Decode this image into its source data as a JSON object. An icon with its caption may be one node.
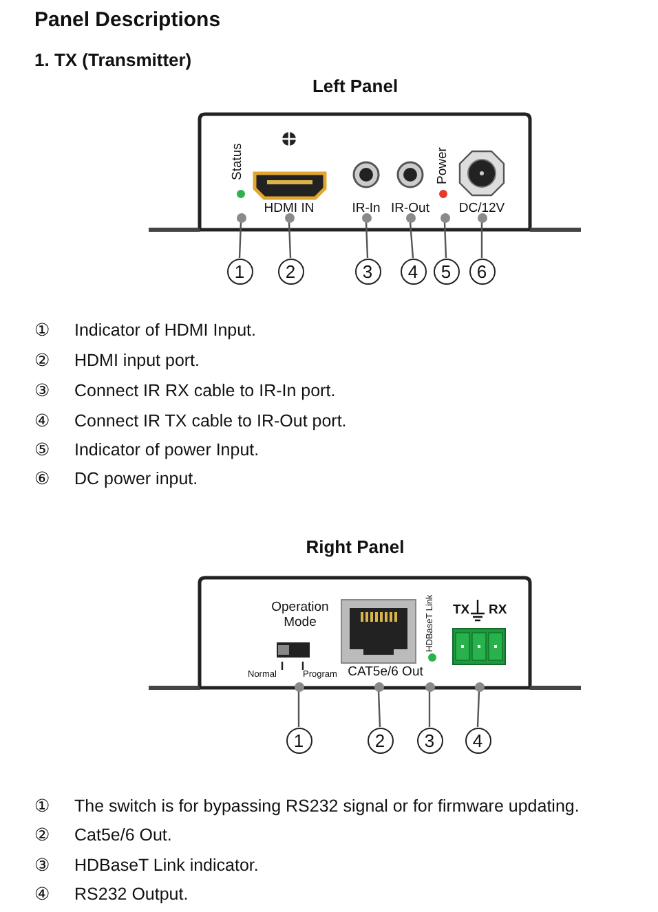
{
  "diagram": {
    "title": "Panel Descriptions",
    "nodes": [
      {
        "text": [
          "1"
        ]
      },
      {
        "text": [
          "2"
        ]
      },
      {
        "text": [
          "3"
        ]
      },
      {
        "text": [
          "4"
        ]
      },
      {
        "text": [
          "5"
        ]
      },
      {
        "text": [
          "6"
        ]
      },
      {
        "text": [],
        "shape": "circle"
      },
      {
        "text": [],
        "shape": "circle"
      },
      {
        "text": [],
        "shape": "circle"
      },
      {
        "text": [],
        "shape": "circle"
      },
      {
        "text": [],
        "shape": "circle"
      },
      {
        "text": [],
        "shape": "circle"
      },
      {
        "text": [
          "1"
        ]
      },
      {
        "text": [
          "2"
        ]
      },
      {
        "text": [
          "3"
        ]
      },
      {
        "text": [
          "4"
        ]
      },
      {
        "text": [],
        "shape": "circle"
      },
      {
        "text": [],
        "shape": "circle"
      },
      {
        "text": [],
        "shape": "circle"
      },
      {
        "text": [],
        "shape": "circle"
      }
    ],
    "edges": [
      {
        "from": 0,
        "to": 6,
        "arrow": "none"
      },
      {
        "from": 1,
        "to": 7,
        "arrow": "none"
      },
      {
        "from": 2,
        "to": 8,
        "arrow": "none"
      },
      {
        "from": 3,
        "to": 9,
        "arrow": "none"
      },
      {
        "from": 4,
        "to": 10,
        "arrow": "none"
      },
      {
        "from": 5,
        "to": 11,
        "arrow": "none"
      },
      {
        "from": 12,
        "to": 16,
        "arrow": "none"
      },
      {
        "from": 13,
        "to": 17,
        "arrow": "none"
      },
      {
        "from": 14,
        "to": 18,
        "arrow": "none"
      },
      {
        "from": 15,
        "to": 19,
        "arrow": "none"
      }
    ],
    "labels": [
      "1. TX (Transmitter)",
      "Left Panel",
      "Status",
      "HDMI IN",
      "IR-In",
      "IR-Out",
      "Power",
      "DC/12V",
      "①",
      "Indicator of HDMI Input.",
      "②",
      "HDMI input port.",
      "③",
      "Connect IR RX cable to IR-In port.",
      "④",
      "Connect IR TX cable to IR-Out port.",
      "⑤",
      "Indicator of power Input.",
      "⑥",
      "DC power input.",
      "Right Panel",
      "Operation Mode",
      "Normal",
      "Program",
      "CAT5e/6 Out",
      "HDBaseT Link",
      "TX",
      "RX",
      "①",
      "The switch is for bypassing RS232 signal or for firmware updating.",
      "②",
      "Cat5e/6 Out.",
      "③",
      "HDBaseT Link indicator.",
      "④",
      "RS232 Output."
    ]
  }
}
